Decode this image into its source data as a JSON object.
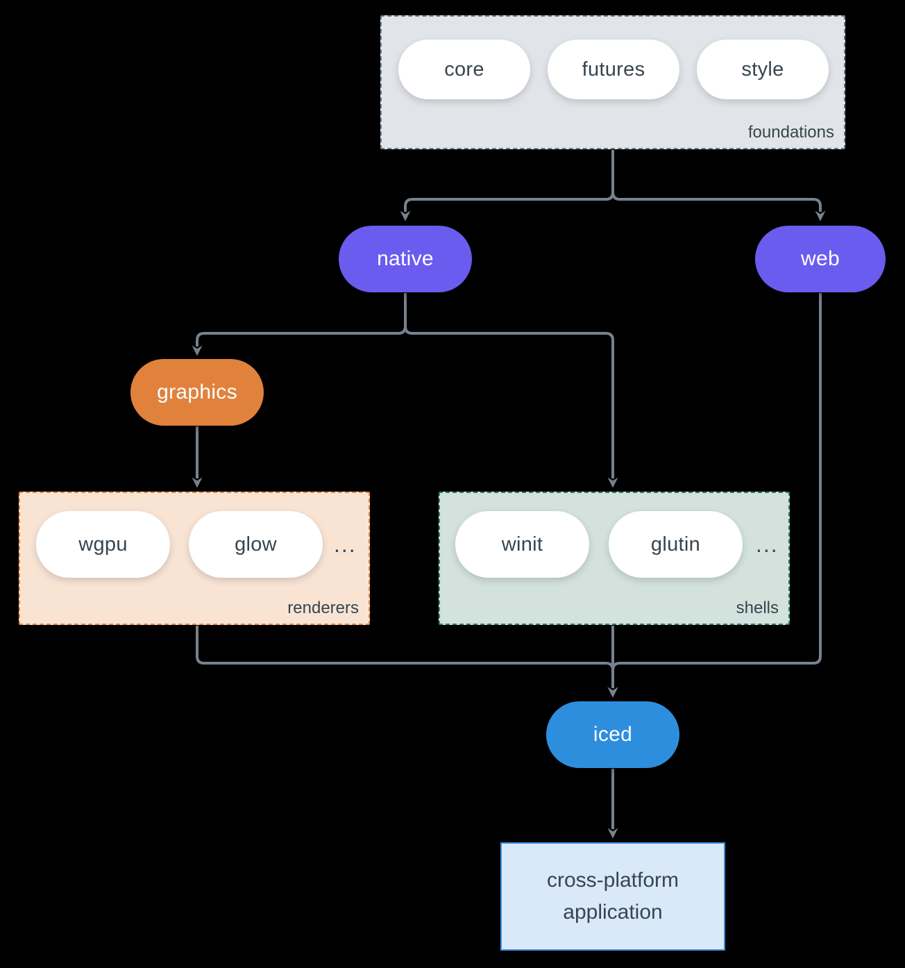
{
  "colors": {
    "bg": "#000000",
    "arrow": "#76828F",
    "purple": "#6A5CEF",
    "orange": "#E0823C",
    "blue": "#2E8EDE",
    "foundations-fill": "#E1E4E8",
    "foundations-border": "#6E7B88",
    "renderers-fill": "#F9E4D4",
    "renderers-border": "#E8883F",
    "shells-fill": "#D3E2DC",
    "shells-border": "#2F7D6B",
    "app-fill": "#D9E9F9",
    "app-border": "#3E8EE0",
    "text-dark": "#36454F",
    "text-light": "#FFFFFF",
    "pill-bg": "#FFFFFF"
  },
  "foundations": {
    "label": "foundations",
    "items": [
      "core",
      "futures",
      "style"
    ]
  },
  "renderers": {
    "label": "renderers",
    "items": [
      "wgpu",
      "glow"
    ],
    "ellipsis": "..."
  },
  "shells": {
    "label": "shells",
    "items": [
      "winit",
      "glutin"
    ],
    "ellipsis": "..."
  },
  "nodes": {
    "native": "native",
    "web": "web",
    "graphics": "graphics",
    "iced": "iced",
    "application": "cross-platform application"
  },
  "edges": [
    {
      "from": "foundations",
      "to": "native"
    },
    {
      "from": "foundations",
      "to": "web"
    },
    {
      "from": "native",
      "to": "graphics"
    },
    {
      "from": "native",
      "to": "shells"
    },
    {
      "from": "graphics",
      "to": "renderers"
    },
    {
      "from": "renderers",
      "to": "iced"
    },
    {
      "from": "shells",
      "to": "iced"
    },
    {
      "from": "web",
      "to": "iced"
    },
    {
      "from": "iced",
      "to": "application"
    }
  ]
}
